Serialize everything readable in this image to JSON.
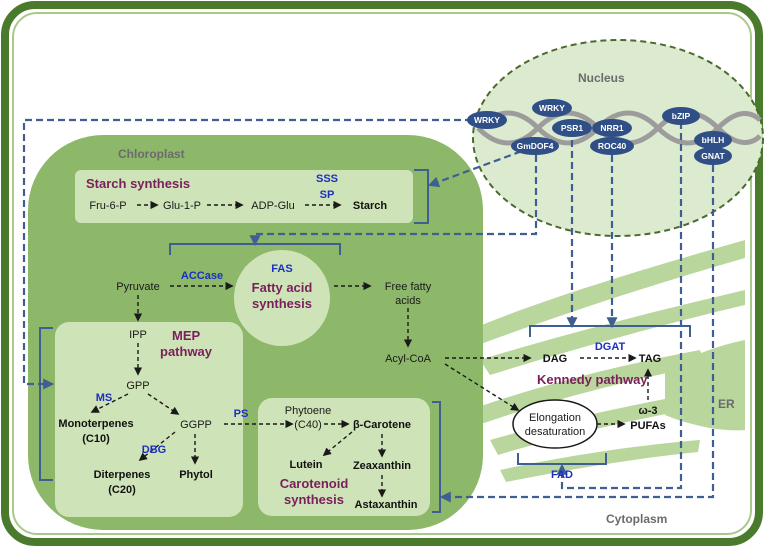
{
  "regions": {
    "nucleus": "Nucleus",
    "chloroplast": "Chloroplast",
    "cytoplasm": "Cytoplasm",
    "er": "ER"
  },
  "transcription_factors": [
    {
      "id": "wrky-left",
      "label": "WRKY"
    },
    {
      "id": "wrky-top",
      "label": "WRKY"
    },
    {
      "id": "psr1",
      "label": "PSR1"
    },
    {
      "id": "gmdof4",
      "label": "GmDOF4"
    },
    {
      "id": "nrr1",
      "label": "NRR1"
    },
    {
      "id": "roc40",
      "label": "ROC40"
    },
    {
      "id": "bzip",
      "label": "bZIP"
    },
    {
      "id": "bhlh",
      "label": "bHLH"
    },
    {
      "id": "gnat",
      "label": "GNAT"
    }
  ],
  "pathways": {
    "starch": "Starch synthesis",
    "fatty_acid_1": "Fatty acid",
    "fatty_acid_2": "synthesis",
    "mep_1": "MEP",
    "mep_2": "pathway",
    "kennedy": "Kennedy pathway",
    "carotenoid_1": "Carotenoid",
    "carotenoid_2": "synthesis"
  },
  "enzymes": {
    "sss": "SSS",
    "sp": "SP",
    "accase": "ACCase",
    "fas": "FAS",
    "dgat": "DGAT",
    "ms": "MS",
    "dbg": "DBG",
    "ps": "PS",
    "fad": "FAD"
  },
  "metabolites": {
    "fru6p": "Fru-6-P",
    "glu1p": "Glu-1-P",
    "adpglu": "ADP-Glu",
    "starch": "Starch",
    "pyruvate": "Pyruvate",
    "ffa_1": "Free fatty",
    "ffa_2": "acids",
    "acylcoa": "Acyl-CoA",
    "dag": "DAG",
    "tag": "TAG",
    "ipp": "IPP",
    "gpp": "GPP",
    "ggpp": "GGPP",
    "mono_1": "Monoterpenes",
    "mono_2": "(C10)",
    "di_1": "Diterpenes",
    "di_2": "(C20)",
    "phytol": "Phytol",
    "phytoene_1": "Phytoene",
    "phytoene_2": "(C40)",
    "bcarotene": "β-Carotene",
    "lutein": "Lutein",
    "zeaxanthin": "Zeaxanthin",
    "astaxanthin": "Astaxanthin",
    "elong_1": "Elongation",
    "elong_2": "desaturation",
    "omega3": "ω-3",
    "pufas": "PUFAs"
  },
  "colors": {
    "cell_border": "#4a7a2c",
    "chloroplast": "#8db86a",
    "inner_box": "#cfe3b8",
    "nucleus": "#dcebcf",
    "tf_fill": "#2f4f86",
    "regulation_arrow": "#3f5f93",
    "enzyme_text": "#1c2fbf",
    "pathway_text": "#7a1f5c"
  }
}
